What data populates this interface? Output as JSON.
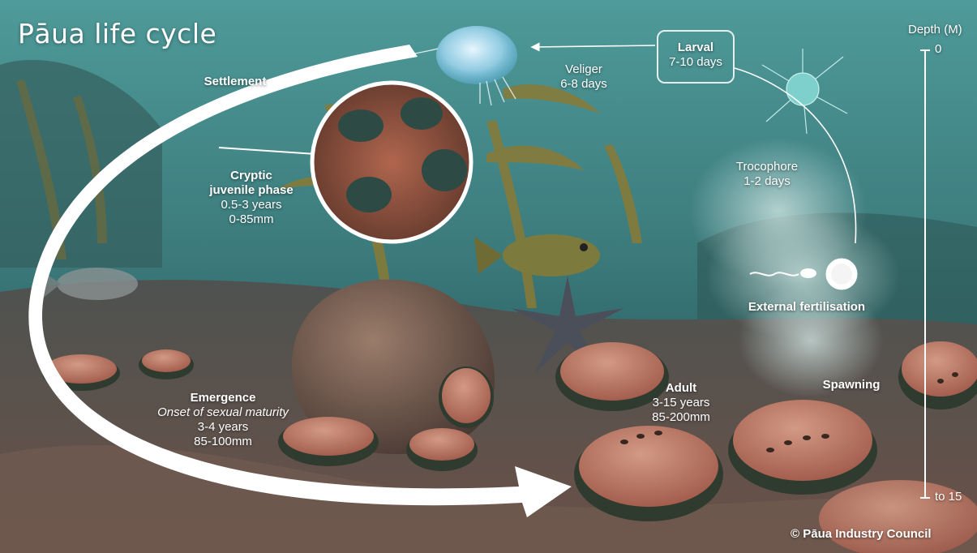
{
  "title": "Pāua life cycle",
  "stages": {
    "larval": {
      "name": "Larval",
      "duration": "7-10 days"
    },
    "veliger": {
      "name": "Veliger",
      "duration": "6-8 days"
    },
    "settlement": {
      "name": "Settlement"
    },
    "cryptic": {
      "name_line1": "Cryptic",
      "name_line2": "juvenile phase",
      "duration": "0.5-3 years",
      "size": "0-85mm"
    },
    "trocophore": {
      "name": "Trocophore",
      "duration": "1-2 days"
    },
    "fertilisation": {
      "name": "External fertilisation"
    },
    "emergence": {
      "name": "Emergence",
      "note": "Onset of sexual maturity",
      "duration": "3-4 years",
      "size": "85-100mm"
    },
    "adult": {
      "name": "Adult",
      "duration": "3-15 years",
      "size": "85-200mm"
    },
    "spawning": {
      "name": "Spawning"
    }
  },
  "depth_scale": {
    "title": "Depth (M)",
    "top": "0",
    "bottom": "to 15"
  },
  "copyright": "© Pāua Industry Council",
  "colors": {
    "water_top": "#4f9a9a",
    "water_bottom": "#1d4548",
    "seafloor": "#5b4a42",
    "paua_shell": "#b8745f",
    "arrow": "#ffffff"
  }
}
